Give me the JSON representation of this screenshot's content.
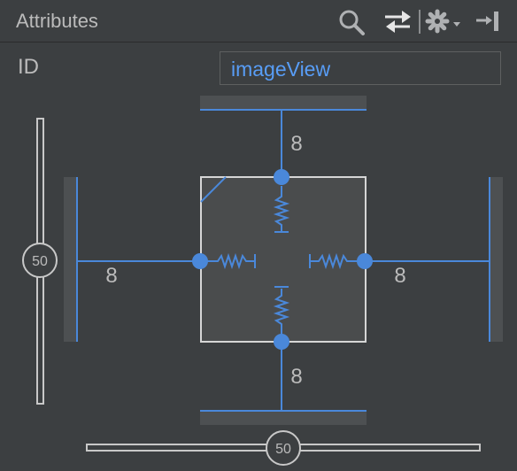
{
  "header": {
    "title": "Attributes",
    "icons": [
      "search-icon",
      "swap-arrows-icon",
      "gear-icon",
      "chevron-down-icon",
      "collapse-panel-icon"
    ]
  },
  "id_field": {
    "label": "ID",
    "value": "imageView"
  },
  "constraints": {
    "top_margin": "8",
    "bottom_margin": "8",
    "left_margin": "8",
    "right_margin": "8"
  },
  "bias": {
    "vertical": "50",
    "horizontal": "50"
  },
  "colors": {
    "background": "#3c3f41",
    "accent": "#4a88da",
    "text": "#bbbbbb",
    "id_text": "#589df6",
    "view_fill": "#4a4c4d",
    "view_border": "#d6d6d6"
  }
}
